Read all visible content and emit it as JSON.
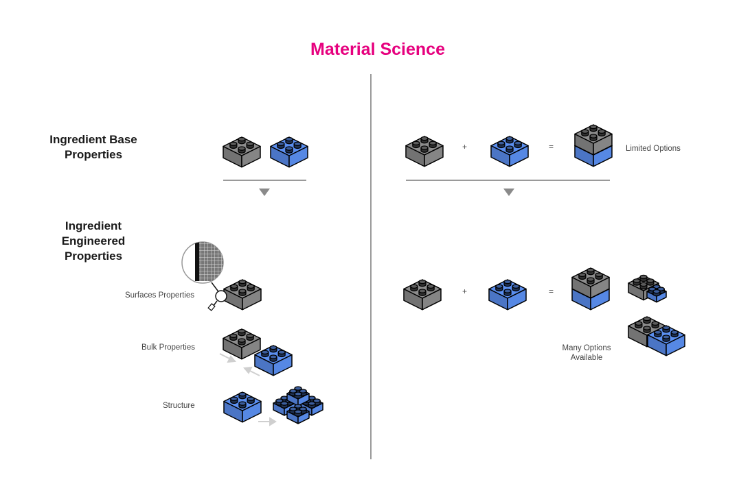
{
  "title": "Material Science",
  "left": {
    "base_heading": "Ingredient Base\nProperties",
    "engineered_heading": "Ingredient\nEngineered\nProperties",
    "surfaces_label": "Surfaces Properties",
    "bulk_label": "Bulk Properties",
    "structure_label": "Structure"
  },
  "right": {
    "plus": "+",
    "equals": "=",
    "limited_label": "Limited Options",
    "many_label": "Many Options\nAvailable"
  },
  "colors": {
    "title": "#e6007e",
    "grey_brick": "#8c8c8c",
    "blue_brick": "#5b8ff0",
    "divider": "#9a9a9a",
    "arrow": "#cfcfcf"
  }
}
